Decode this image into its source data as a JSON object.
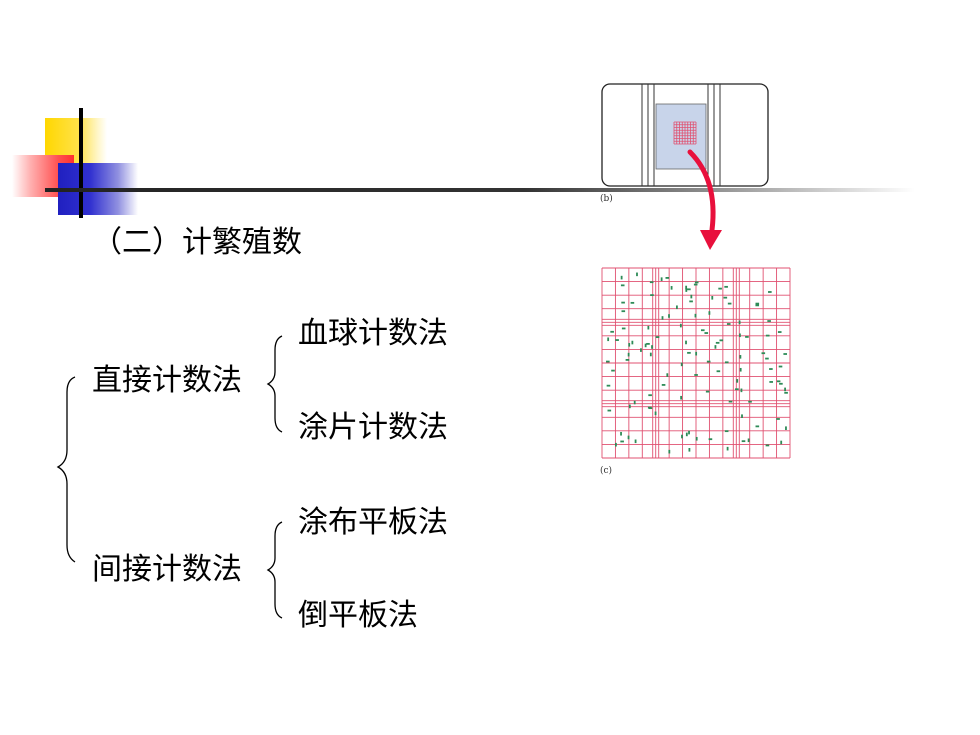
{
  "slide": {
    "section_title": "（二）计繁殖数",
    "direct_method": "直接计数法",
    "indirect_method": "间接计数法",
    "direct_sub": [
      "血球计数法",
      "涂片计数法"
    ],
    "indirect_sub": [
      "涂布平板法",
      "倒平板法"
    ]
  },
  "figure": {
    "label_b": "(b)",
    "label_c": "(c)"
  },
  "colors": {
    "grid_line": "#e05070",
    "arrow": "#e8103c",
    "cell": "#2e8b57",
    "chamber_fill": "#c8d4ea"
  }
}
